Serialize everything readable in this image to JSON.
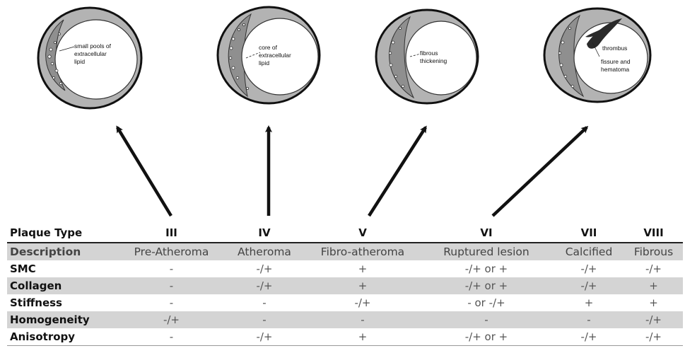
{
  "vessels": [
    {
      "id": "iii",
      "labels": [
        "small pools of",
        "extracellular",
        "lipid"
      ]
    },
    {
      "id": "iv",
      "labels": [
        "core of",
        "extracellular",
        "lipid"
      ]
    },
    {
      "id": "v",
      "labels": [
        "fibrous",
        "thickening"
      ]
    },
    {
      "id": "vi",
      "labels": [
        "thrombus",
        "fissure and",
        "hematoma"
      ]
    }
  ],
  "table": {
    "header": [
      "Plaque Type",
      "III",
      "IV",
      "V",
      "VI",
      "VII",
      "VIII"
    ],
    "rows": [
      {
        "label": "Description",
        "cells": [
          "Pre-Atheroma",
          "Atheroma",
          "Fibro-atheroma",
          "Ruptured lesion",
          "Calcified",
          "Fibrous"
        ]
      },
      {
        "label": "SMC",
        "cells": [
          "-",
          "-/+",
          "+",
          "-/+ or +",
          "-/+",
          "-/+"
        ]
      },
      {
        "label": "Collagen",
        "cells": [
          "-",
          "-/+",
          "+",
          "-/+ or +",
          "-/+",
          "+"
        ]
      },
      {
        "label": "Stiffness",
        "cells": [
          "-",
          "-",
          "-/+",
          "- or -/+",
          "+",
          "+"
        ]
      },
      {
        "label": "Homogeneity",
        "cells": [
          "-/+",
          "-",
          "-",
          "-",
          "-",
          "-/+"
        ]
      },
      {
        "label": "Anisotropy",
        "cells": [
          "-",
          "-/+",
          "+",
          "-/+ or +",
          "-/+",
          "-/+"
        ]
      }
    ]
  },
  "colors": {
    "ink": "#111111",
    "vessel_wall": "#b3b3b3",
    "plaque": "#8f8f8f",
    "lumen": "#ffffff",
    "row_shade": "#d4d4d4",
    "thrombus": "#2a2a2a"
  }
}
